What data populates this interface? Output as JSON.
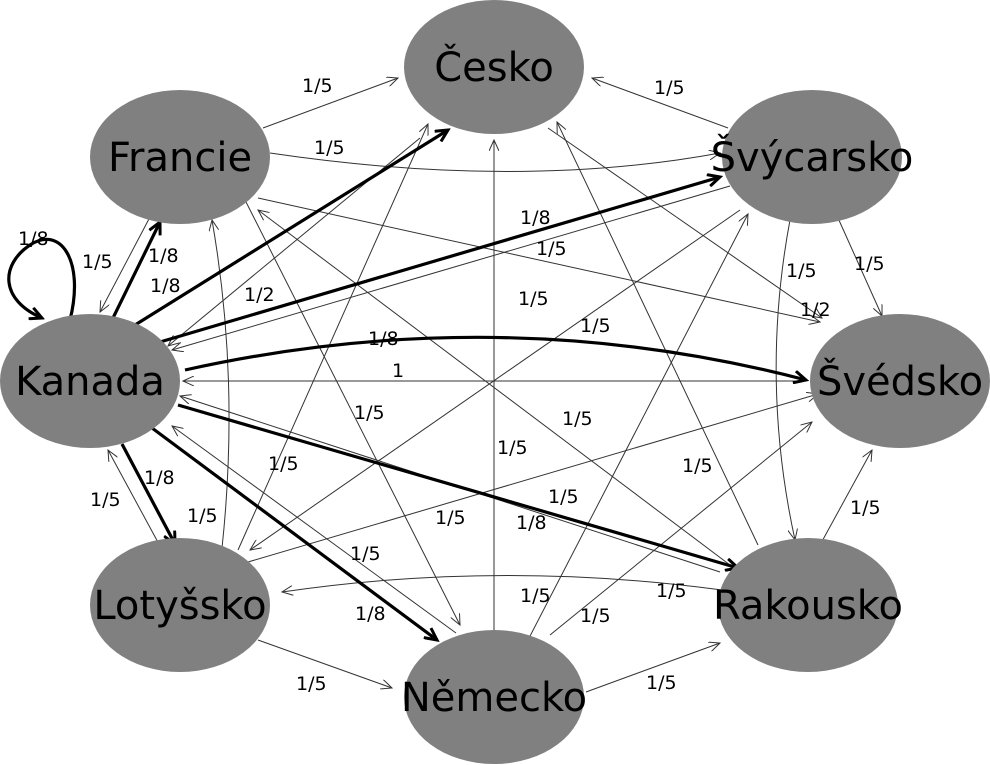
{
  "nodes": {
    "cesko": "Česko",
    "svycarsko": "Švýcarsko",
    "svedsko": "Švédsko",
    "rakousko": "Rakousko",
    "nemecko": "Německo",
    "lotyssko": "Lotyšsko",
    "kanada": "Kanada",
    "francie": "Francie"
  },
  "edges": [
    {
      "id": "francie-cesko",
      "from": "Francie",
      "to": "Česko",
      "weight": "1/5",
      "style": "thin"
    },
    {
      "id": "francie-svycarsko",
      "from": "Francie",
      "to": "Švýcarsko",
      "weight": "1/5",
      "style": "thin"
    },
    {
      "id": "francie-svedsko",
      "from": "Francie",
      "to": "Švédsko",
      "weight": "1/5",
      "style": "thin"
    },
    {
      "id": "francie-kanada",
      "from": "Francie",
      "to": "Kanada",
      "weight": "1/5",
      "style": "thin"
    },
    {
      "id": "francie-nemecko",
      "from": "Francie",
      "to": "Německo",
      "weight": "1/5",
      "style": "thin"
    },
    {
      "id": "svycarsko-cesko",
      "from": "Švýcarsko",
      "to": "Česko",
      "weight": "1/5",
      "style": "thin"
    },
    {
      "id": "svycarsko-svedsko",
      "from": "Švýcarsko",
      "to": "Švédsko",
      "weight": "1/5",
      "style": "thin"
    },
    {
      "id": "svycarsko-rakousko",
      "from": "Švýcarsko",
      "to": "Rakousko",
      "weight": "1/5",
      "style": "thin"
    },
    {
      "id": "svycarsko-kanada",
      "from": "Švýcarsko",
      "to": "Kanada",
      "weight": "1/5",
      "style": "thin"
    },
    {
      "id": "svycarsko-lotyssko",
      "from": "Švýcarsko",
      "to": "Lotyšsko",
      "weight": "1/5",
      "style": "thin"
    },
    {
      "id": "cesko-svedsko",
      "from": "Česko",
      "to": "Švédsko",
      "weight": "1/2",
      "style": "thin"
    },
    {
      "id": "cesko-kanada",
      "from": "Česko",
      "to": "Kanada",
      "weight": "1/2",
      "style": "thin"
    },
    {
      "id": "svedsko-kanada",
      "from": "Švédsko",
      "to": "Kanada",
      "weight": "1",
      "style": "thin"
    },
    {
      "id": "rakousko-svedsko",
      "from": "Rakousko",
      "to": "Švédsko",
      "weight": "1/5",
      "style": "thin"
    },
    {
      "id": "rakousko-cesko",
      "from": "Rakousko",
      "to": "Česko",
      "weight": "1/5",
      "style": "thin"
    },
    {
      "id": "rakousko-francie",
      "from": "Rakousko",
      "to": "Francie",
      "weight": "1/5",
      "style": "thin"
    },
    {
      "id": "rakousko-kanada",
      "from": "Rakousko",
      "to": "Kanada",
      "weight": "1/5",
      "style": "thin"
    },
    {
      "id": "rakousko-lotyssko",
      "from": "Rakousko",
      "to": "Lotyšsko",
      "weight": "1/5",
      "style": "thin"
    },
    {
      "id": "nemecko-cesko",
      "from": "Německo",
      "to": "Česko",
      "weight": "1/5",
      "style": "thin"
    },
    {
      "id": "nemecko-svycarsko",
      "from": "Německo",
      "to": "Švýcarsko",
      "weight": "1/5",
      "style": "thin"
    },
    {
      "id": "nemecko-svedsko",
      "from": "Německo",
      "to": "Švédsko",
      "weight": "1/5",
      "style": "thin"
    },
    {
      "id": "nemecko-rakousko",
      "from": "Německo",
      "to": "Rakousko",
      "weight": "1/5",
      "style": "thin"
    },
    {
      "id": "nemecko-kanada",
      "from": "Německo",
      "to": "Kanada",
      "weight": "1/5",
      "style": "thin"
    },
    {
      "id": "lotyssko-nemecko",
      "from": "Lotyšsko",
      "to": "Německo",
      "weight": "1/5",
      "style": "thin"
    },
    {
      "id": "lotyssko-kanada",
      "from": "Lotyšsko",
      "to": "Kanada",
      "weight": "1/5",
      "style": "thin"
    },
    {
      "id": "lotyssko-cesko",
      "from": "Lotyšsko",
      "to": "Česko",
      "weight": "1/5",
      "style": "thin"
    },
    {
      "id": "lotyssko-francie",
      "from": "Lotyšsko",
      "to": "Francie",
      "weight": "1/5",
      "style": "thin"
    },
    {
      "id": "lotyssko-svedsko",
      "from": "Lotyšsko",
      "to": "Švédsko",
      "weight": "1/5",
      "style": "thin"
    },
    {
      "id": "kanada-kanada",
      "from": "Kanada",
      "to": "Kanada",
      "weight": "1/8",
      "style": "thick"
    },
    {
      "id": "kanada-francie",
      "from": "Kanada",
      "to": "Francie",
      "weight": "1/8",
      "style": "thick"
    },
    {
      "id": "kanada-cesko",
      "from": "Kanada",
      "to": "Česko",
      "weight": "1/8",
      "style": "thick"
    },
    {
      "id": "kanada-svycarsko",
      "from": "Kanada",
      "to": "Švýcarsko",
      "weight": "1/8",
      "style": "thick"
    },
    {
      "id": "kanada-svedsko",
      "from": "Kanada",
      "to": "Švédsko",
      "weight": "1/8",
      "style": "thick"
    },
    {
      "id": "kanada-rakousko",
      "from": "Kanada",
      "to": "Rakousko",
      "weight": "1/8",
      "style": "thick"
    },
    {
      "id": "kanada-nemecko",
      "from": "Kanada",
      "to": "Německo",
      "weight": "1/8",
      "style": "thick"
    },
    {
      "id": "kanada-lotyssko",
      "from": "Kanada",
      "to": "Lotyšsko",
      "weight": "1/8",
      "style": "thick"
    }
  ]
}
